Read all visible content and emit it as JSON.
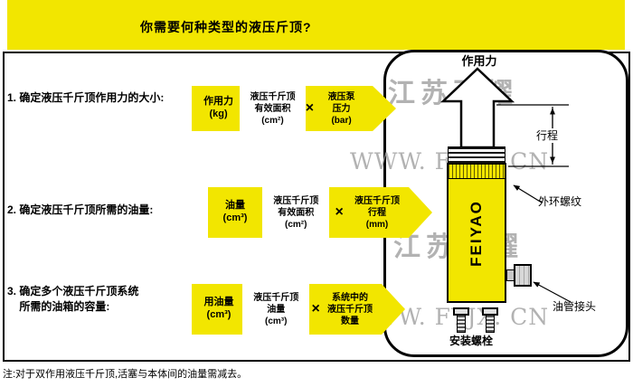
{
  "colors": {
    "accent_yellow": "#F2E600",
    "watermark_gray": "#A0A0A0"
  },
  "header": {
    "title": "你需要何种类型的液压斤顶?"
  },
  "steps": [
    {
      "label": "1. 确定液压千斤顶作用力的大小:",
      "result": "作用力\n(kg)",
      "factor1": "液压千斤顶\n有效面积\n(cm²)",
      "operator": "×",
      "factor2": "液压泵\n压力\n(bar)"
    },
    {
      "label": "2. 确定液压千斤顶所需的油量:",
      "result": "油量\n(cm³)",
      "factor1": "液压千斤顶\n有效面积\n(cm²)",
      "operator": "×",
      "factor2": "液压千斤顶\n行程\n(mm)"
    },
    {
      "label": "3. 确定多个液压千斤顶系统\n    所需的油箱的容量:",
      "result": "用油量\n(cm³)",
      "factor1": "液压千斤顶\n油量\n(cm³)",
      "operator": "×",
      "factor2": "系统中的\n液压千斤顶\n数量"
    }
  ],
  "diagram": {
    "force_label": "作用力",
    "stroke_label": "行程",
    "outer_thread_label": "外环螺纹",
    "brand": "FEIYAO",
    "oil_connector_label": "油管接头",
    "mount_bolt_label": "安装螺栓"
  },
  "watermarks": {
    "brand_cn": "江苏飞耀",
    "site": "WWW. FYJX. CN"
  },
  "footnote": "注:对于双作用液压千斤顶,活塞与本体间的油量需减去。"
}
